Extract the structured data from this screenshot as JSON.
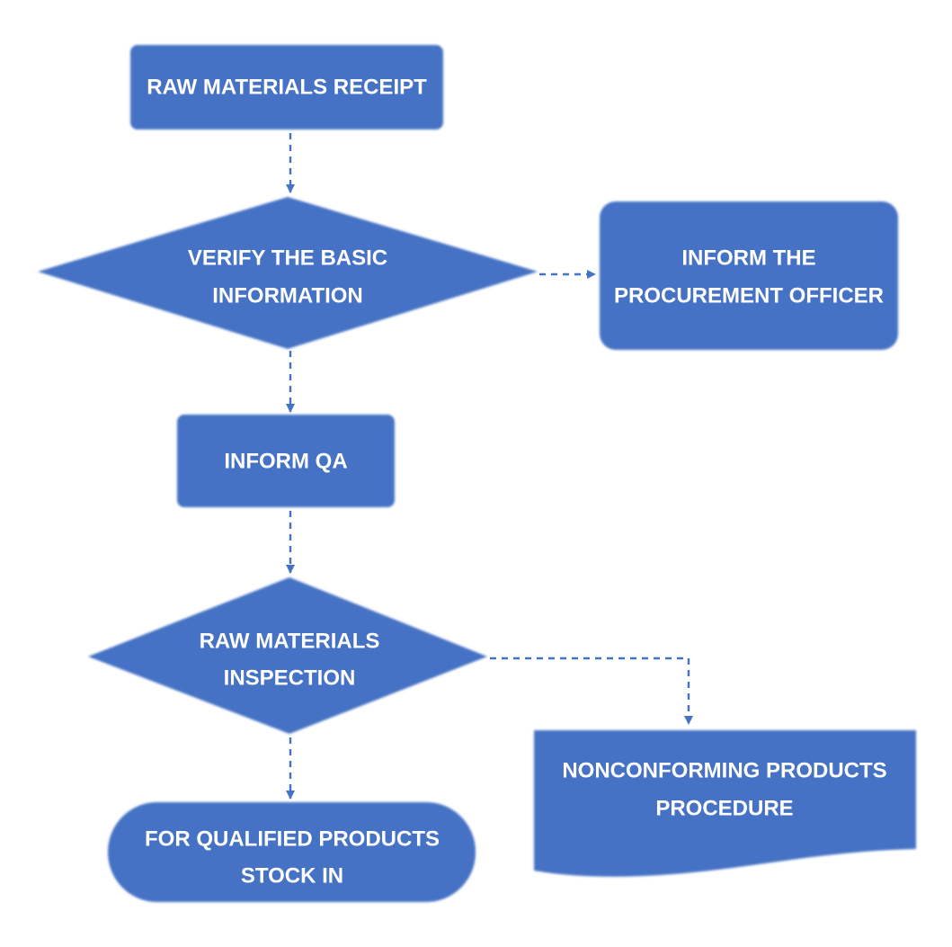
{
  "colors": {
    "node_fill": "#4472c4",
    "edge": "#4472c4",
    "text": "#ffffff"
  },
  "nodes": {
    "receipt": {
      "shape": "rounded-rectangle",
      "lines": [
        "RAW MATERIALS RECEIPT"
      ]
    },
    "verify": {
      "shape": "diamond",
      "lines": [
        "VERIFY THE BASIC",
        "INFORMATION"
      ]
    },
    "procurement": {
      "shape": "rounded-rectangle",
      "lines": [
        "INFORM THE",
        "PROCUREMENT OFFICER"
      ]
    },
    "inform_qa": {
      "shape": "rounded-rectangle",
      "lines": [
        "INFORM QA"
      ]
    },
    "inspection": {
      "shape": "diamond",
      "lines": [
        "RAW MATERIALS",
        "INSPECTION"
      ]
    },
    "nonconforming": {
      "shape": "document",
      "lines": [
        "NONCONFORMING PRODUCTS",
        "PROCEDURE"
      ]
    },
    "stock_in": {
      "shape": "terminator",
      "lines": [
        "FOR QUALIFIED PRODUCTS",
        "STOCK IN"
      ]
    }
  },
  "edges": [
    {
      "from": "receipt",
      "to": "verify",
      "style": "dashed"
    },
    {
      "from": "verify",
      "to": "procurement",
      "style": "dashed"
    },
    {
      "from": "verify",
      "to": "inform_qa",
      "style": "dashed"
    },
    {
      "from": "inform_qa",
      "to": "inspection",
      "style": "dashed"
    },
    {
      "from": "inspection",
      "to": "nonconforming",
      "style": "dashed"
    },
    {
      "from": "inspection",
      "to": "stock_in",
      "style": "dashed"
    }
  ]
}
